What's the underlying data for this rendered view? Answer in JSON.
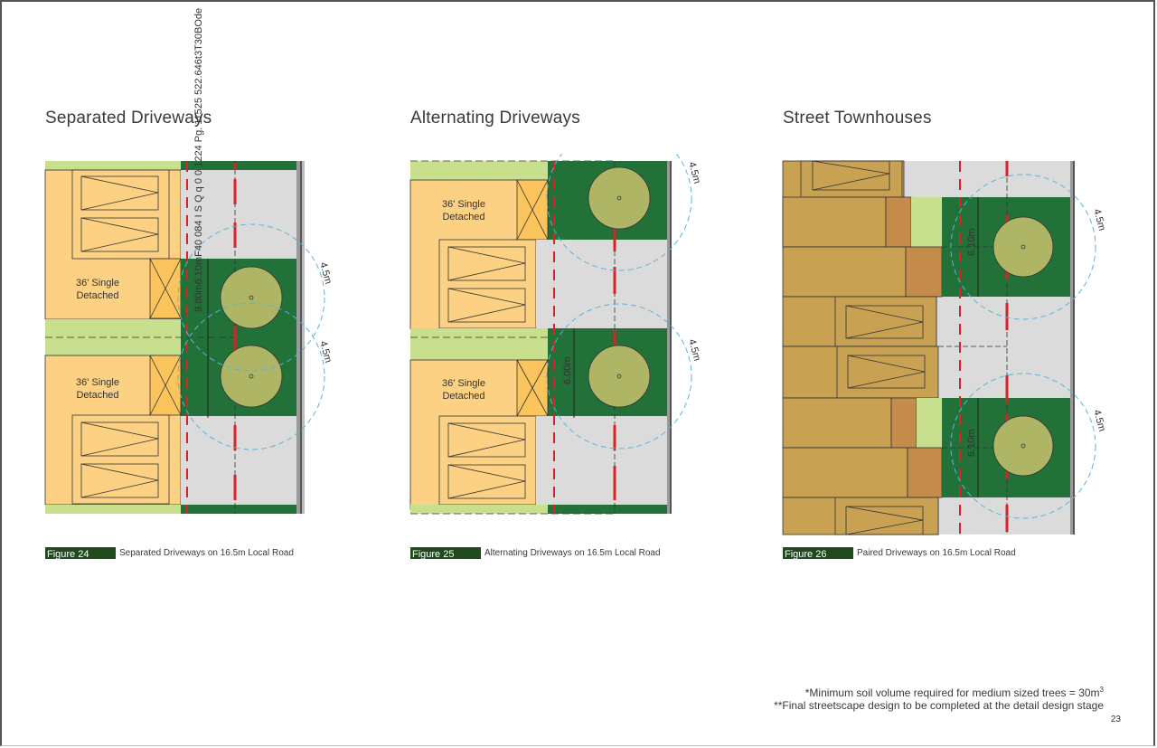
{
  "colors": {
    "lot": "#fdd183",
    "garage_bay": "#fbc45c",
    "townhouse": "#c8a153",
    "townhouse_step": "#c48c4a",
    "grass": "#c8e08d",
    "boulevard": "#227138",
    "driveway": "#dcdbdb",
    "tree": "#aeb666",
    "property_line": "#e02027",
    "root_zone": "#5ab4d8",
    "curb": "#9a9a9a",
    "figure_tag": "#1f4a1c"
  },
  "overlay_vertical_text": "9.80m6.10mF40 084 I  S  Q q 0 0 1224 Pg. 11525 522.646t3T30BOde",
  "sections": [
    {
      "id": "separated",
      "title": "Separated Driveways",
      "lots": [
        {
          "label_line1": "36' Single",
          "label_line2": "Detached"
        },
        {
          "label_line1": "36' Single",
          "label_line2": "Detached"
        }
      ],
      "root_zone_labels": [
        "4.5m",
        "4.5m"
      ],
      "dimension_labels": [],
      "figure": {
        "tag": "Figure 24",
        "text": "Separated Driveways on 16.5m Local Road"
      }
    },
    {
      "id": "alternating",
      "title": "Alternating Driveways",
      "lots": [
        {
          "label_line1": "36' Single",
          "label_line2": "Detached"
        },
        {
          "label_line1": "36' Single",
          "label_line2": "Detached"
        }
      ],
      "root_zone_labels": [
        "4.5m",
        "4.5m"
      ],
      "dimension_labels": [
        "6.00m"
      ],
      "figure": {
        "tag": "Figure 25",
        "text": "Alternating Driveways on 16.5m Local Road"
      }
    },
    {
      "id": "townhouses",
      "title": "Street Townhouses",
      "lots": [],
      "root_zone_labels": [
        "4.5m",
        "4.5m"
      ],
      "dimension_labels": [
        "6.10m",
        "6.10m"
      ],
      "figure": {
        "tag": "Figure 26",
        "text": "Paired Driveways on 16.5m Local Road"
      }
    }
  ],
  "notes": {
    "line1": "*Minimum soil volume required for medium sized trees = 30m",
    "line1_sup": "3",
    "line2": "**Final streetscape design to be completed at the detail design stage"
  },
  "page_number": "23"
}
